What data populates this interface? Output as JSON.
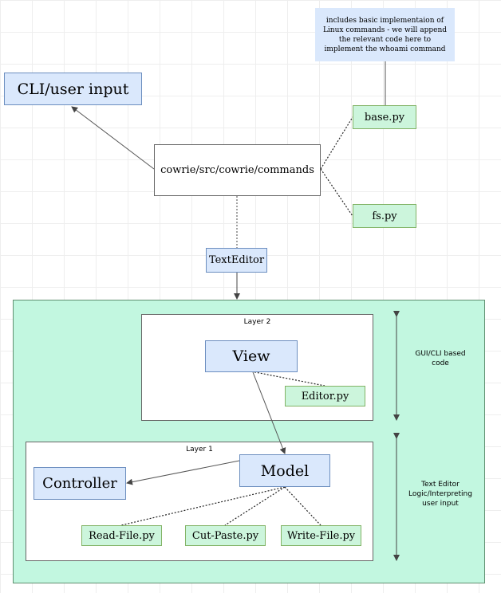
{
  "nodes": {
    "note": "includes basic implementaion of Linux commands - we will append the relevant code here to implement the whoami command",
    "cli": "CLI/user input",
    "base": "base.py",
    "commands": "cowrie/src/cowrie/commands",
    "fs": "fs.py",
    "text_editor": "TextEditor",
    "layer2": "Layer 2",
    "view": "View",
    "editor": "Editor.py",
    "layer1": "Layer 1",
    "controller": "Controller",
    "model": "Model",
    "read_file": "Read-File.py",
    "cut_paste": "Cut-Paste.py",
    "write_file": "Write-File.py"
  },
  "labels": {
    "gui_cli": "GUI/CLI based code",
    "text_editor_logic": "Text Editor Logic/Interpreting user input"
  }
}
